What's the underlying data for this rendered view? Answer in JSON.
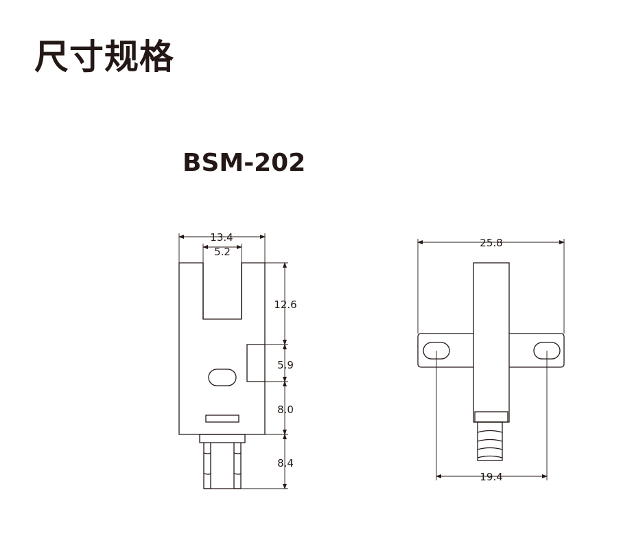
{
  "page": {
    "title": "尺寸规格",
    "model": "BSM-202"
  },
  "front_view": {
    "dimensions": {
      "total_width": "13.4",
      "slot_width": "5.2",
      "slot_depth": "12.6",
      "section_b": "5.9",
      "section_c": "8.0",
      "lead_length": "8.4"
    }
  },
  "side_view": {
    "dimensions": {
      "total_width": "25.8",
      "hole_pitch": "19.4"
    }
  }
}
